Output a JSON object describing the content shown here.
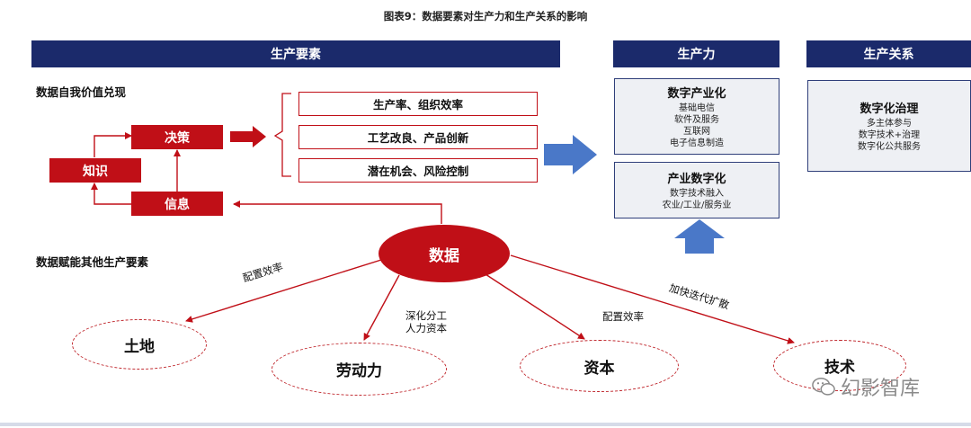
{
  "title": "图表9：数据要素对生产力和生产关系的影响",
  "headers": {
    "factors": "生产要素",
    "productivity": "生产力",
    "relations": "生产关系"
  },
  "section_labels": {
    "self_value": "数据自我价值兑现",
    "enable_other": "数据赋能其他生产要素"
  },
  "chain": {
    "knowledge": "知识",
    "decision": "决策",
    "information": "信息"
  },
  "outcomes": [
    "生产率、组织效率",
    "工艺改良、产品创新",
    "潜在机会、风险控制"
  ],
  "productivity_boxes": {
    "digital_industrialization": {
      "heading": "数字产业化",
      "items": [
        "基础电信",
        "软件及服务",
        "互联网",
        "电子信息制造"
      ]
    },
    "industrial_digitalization": {
      "heading": "产业数字化",
      "items": [
        "数字技术融入",
        "农业/工业/服务业"
      ]
    }
  },
  "relations_box": {
    "heading": "数字化治理",
    "items": [
      "多主体参与",
      "数字技术+治理",
      "数字化公共服务"
    ]
  },
  "data_node": "数据",
  "factor_nodes": {
    "land": "土地",
    "labor": "劳动力",
    "capital": "资本",
    "technology": "技术"
  },
  "edge_labels": {
    "land": "配置效率",
    "labor": [
      "深化分工",
      "人力资本"
    ],
    "capital": "配置效率",
    "technology": "加快迭代扩散"
  },
  "watermark": "幻影智库",
  "colors": {
    "navy": "#1b2a6b",
    "red": "#c00f17",
    "blue_arrow": "#4a78c8"
  }
}
